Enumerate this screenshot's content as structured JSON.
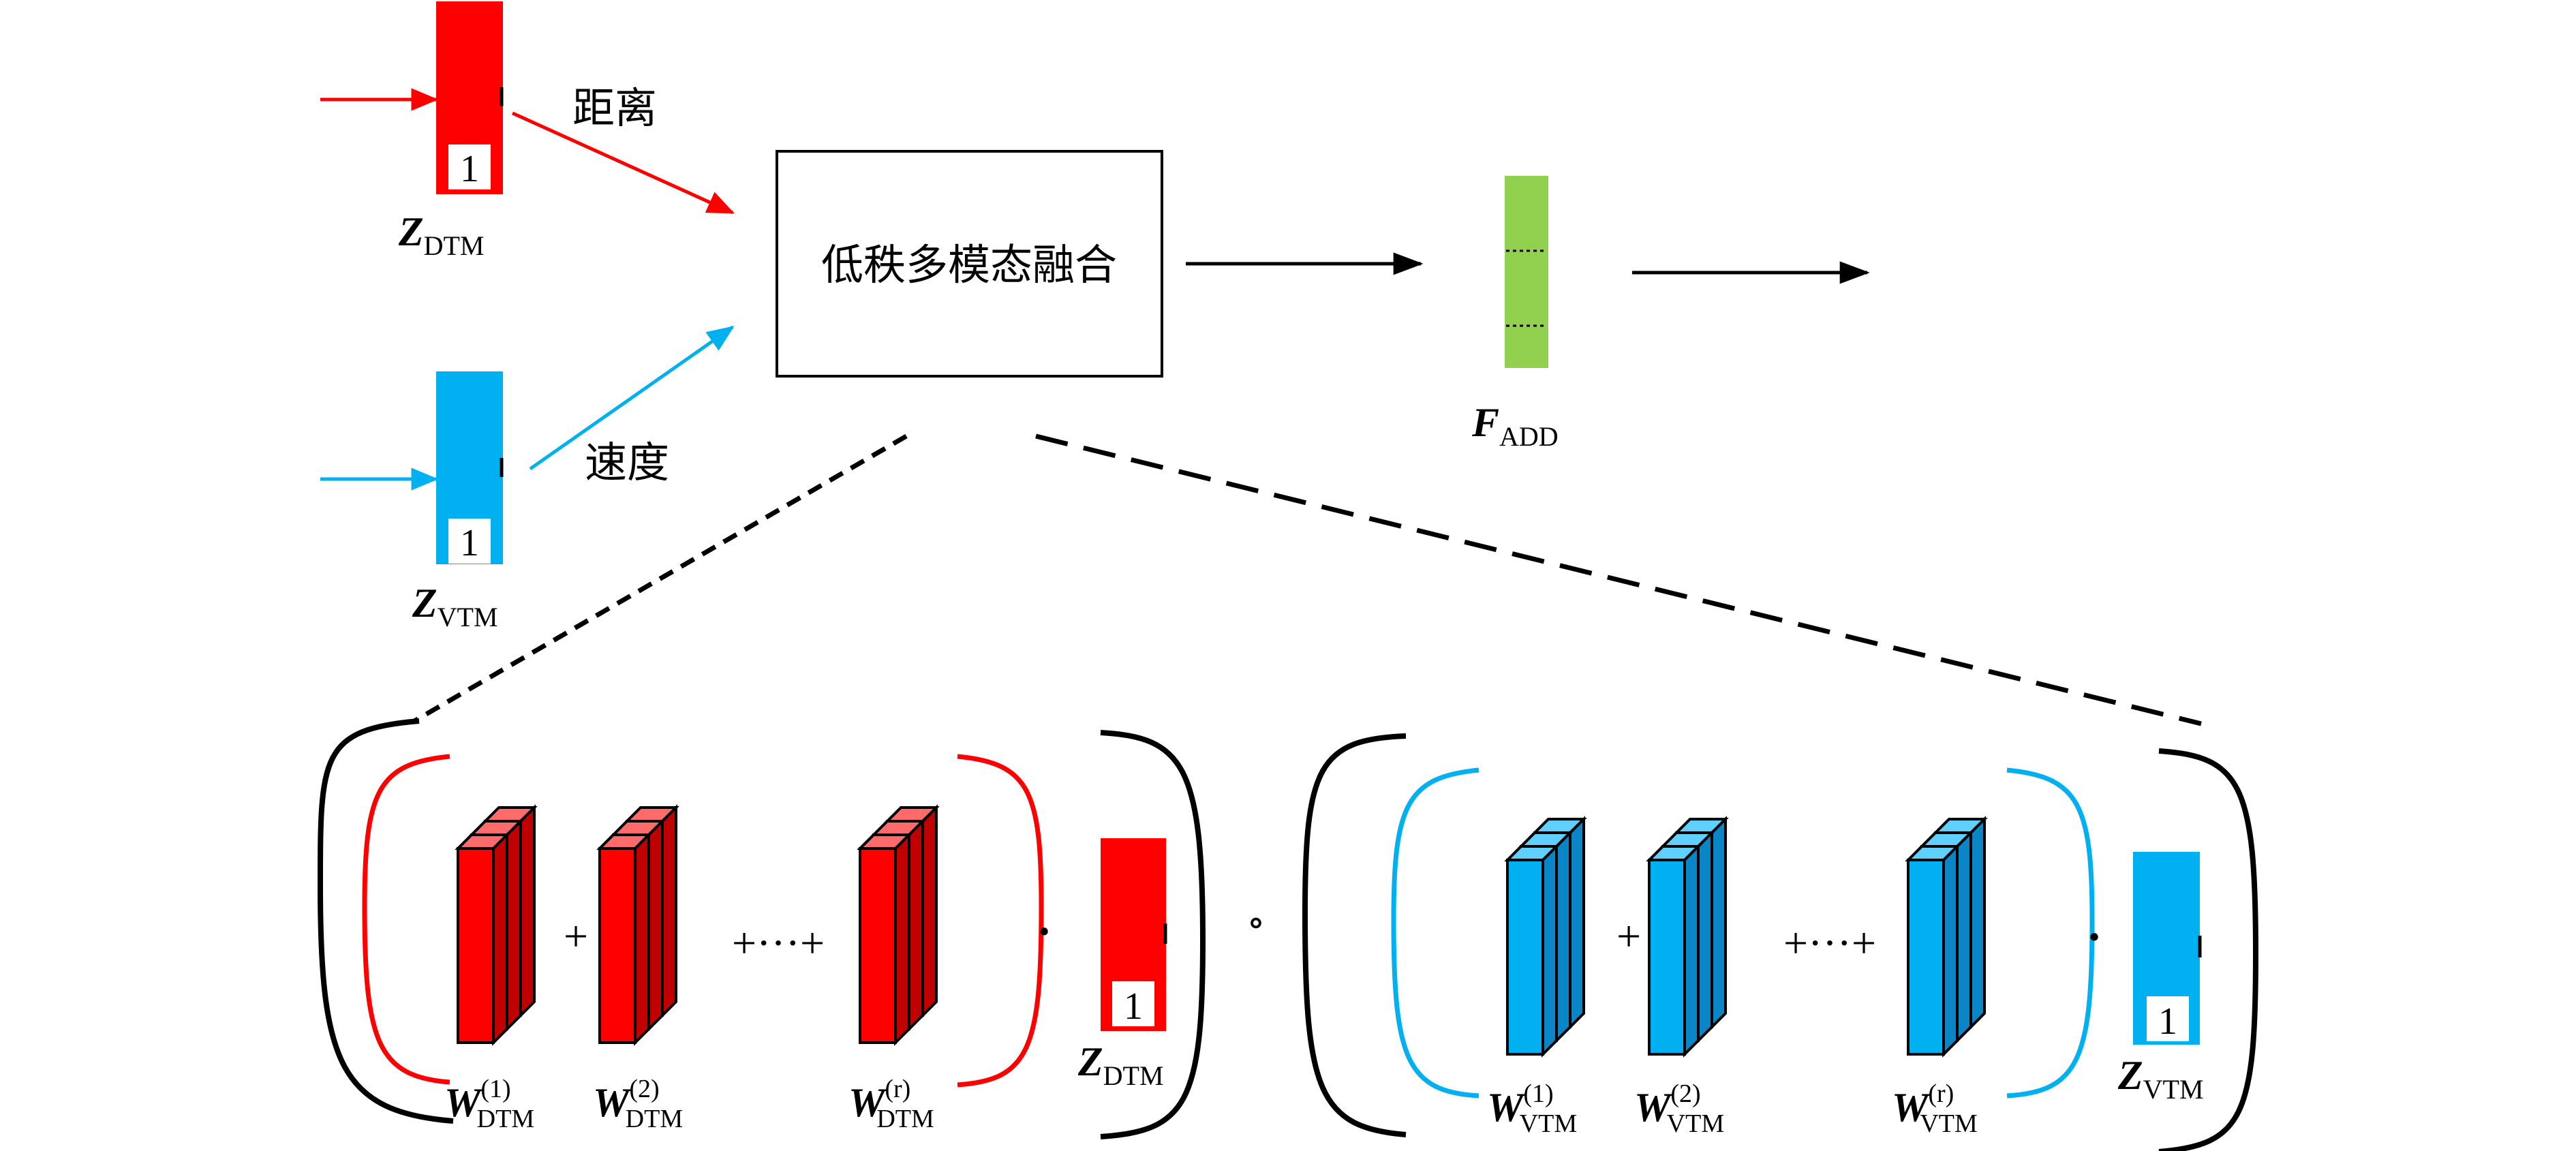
{
  "colors": {
    "dtm": "#ff0000",
    "vtm": "#00b0f0",
    "fused": "#92d050",
    "dtm_dark": "#c00000",
    "dtm_light": "#ff6b6b",
    "vtm_dark": "#0a86c6",
    "vtm_light": "#5fd0ff"
  },
  "inputs": {
    "dtm": {
      "symbol": "Z",
      "sub": "DTM",
      "index_label": "1",
      "edge_label": "距离"
    },
    "vtm": {
      "symbol": "Z",
      "sub": "VTM",
      "index_label": "1",
      "edge_label": "速度"
    }
  },
  "fusion_box": {
    "label": "低秩多模态融合"
  },
  "output": {
    "symbol": "F",
    "sub": "ADD"
  },
  "expansion": {
    "dtm": {
      "weights": [
        {
          "symbol": "W",
          "sup": "(1)",
          "sub": "DTM"
        },
        {
          "symbol": "W",
          "sup": "(2)",
          "sub": "DTM"
        },
        {
          "symbol": "W",
          "sup": "(r)",
          "sub": "DTM"
        }
      ],
      "plus": "+",
      "ellipsis_plus": "+···+",
      "dot": "·",
      "vector": {
        "symbol": "Z",
        "sub": "DTM",
        "index_label": "1"
      }
    },
    "hadamard": "∘",
    "vtm": {
      "weights": [
        {
          "symbol": "W",
          "sup": "(1)",
          "sub": "VTM"
        },
        {
          "symbol": "W",
          "sup": "(2)",
          "sub": "VTM"
        },
        {
          "symbol": "W",
          "sup": "(r)",
          "sub": "VTM"
        }
      ],
      "plus": "+",
      "ellipsis_plus": "+···+",
      "dot": "·",
      "vector": {
        "symbol": "Z",
        "sub": "VTM",
        "index_label": "1"
      }
    }
  }
}
